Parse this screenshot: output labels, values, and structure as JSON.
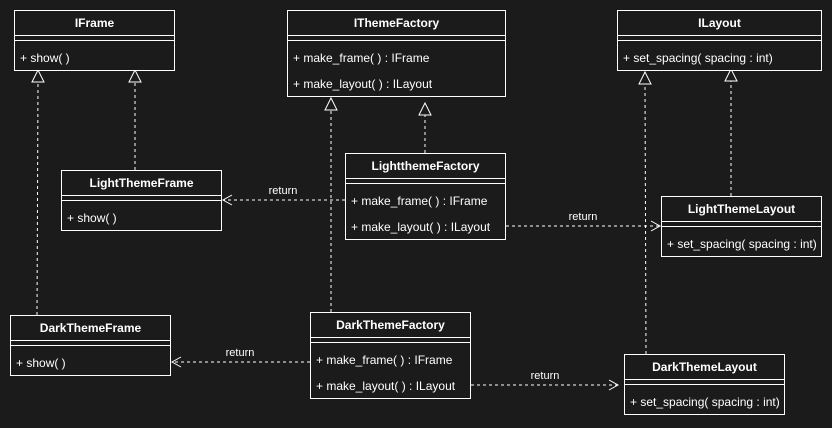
{
  "colors": {
    "background": "#1b1b1b",
    "foreground": "#ffffff"
  },
  "classes": {
    "iframe": {
      "name": "IFrame",
      "members": [
        "+ show( )"
      ]
    },
    "ithemefactory": {
      "name": "IThemeFactory",
      "members": [
        "+ make_frame( ) : IFrame",
        "+ make_layout( ) : ILayout"
      ]
    },
    "ilayout": {
      "name": "ILayout",
      "members": [
        "+ set_spacing( spacing : int)"
      ]
    },
    "lightthemeframe": {
      "name": "LightThemeFrame",
      "members": [
        "+ show( )"
      ]
    },
    "lightthemefactory": {
      "name": "LightthemeFactory",
      "members": [
        "+ make_frame( ) : IFrame",
        "+ make_layout( ) : ILayout"
      ]
    },
    "lightthemelayout": {
      "name": "LightThemeLayout",
      "members": [
        "+ set_spacing( spacing : int)"
      ]
    },
    "darkthemeframe": {
      "name": "DarkThemeFrame",
      "members": [
        "+ show( )"
      ]
    },
    "darkthemefactory": {
      "name": "DarkThemeFactory",
      "members": [
        "+ make_frame( ) : IFrame",
        "+ make_layout( ) : ILayout"
      ]
    },
    "darkthemelayout": {
      "name": "DarkThemeLayout",
      "members": [
        "+ set_spacing( spacing : int)"
      ]
    }
  },
  "relations": {
    "light_factory_to_frame": "return",
    "light_factory_to_layout": "return",
    "dark_factory_to_frame": "return",
    "dark_factory_to_layout": "return"
  }
}
